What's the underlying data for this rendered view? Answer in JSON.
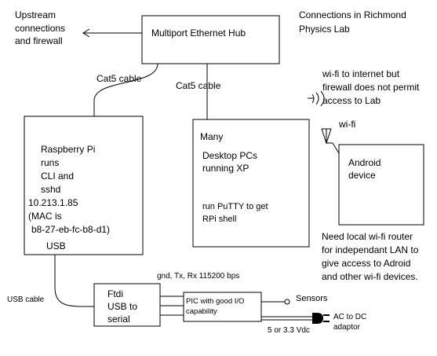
{
  "title": [
    "Connections in Richmond",
    "Physics Lab"
  ],
  "upstream": [
    "Upstream",
    "connections",
    "and firewall"
  ],
  "hub": "Multiport Ethernet Hub",
  "cat5_left": "Cat5 cable",
  "cat5_mid": "Cat5 cable",
  "pi": {
    "lines": [
      "Raspberry Pi",
      "runs",
      "CLI and",
      "sshd",
      "10.213.1.85",
      "(MAC is",
      "b8-27-eb-fc-b8-d1)"
    ],
    "usb": "USB"
  },
  "pcs": {
    "many": "Many",
    "lines": [
      "Desktop PCs",
      "running XP"
    ],
    "putty": [
      "run PuTTY to get",
      "RPi shell"
    ]
  },
  "wifi_note": [
    "wi-fi to internet but",
    "firewall does not permit",
    "access to Lab"
  ],
  "wifi_label": "wi-fi",
  "android": [
    "Android",
    "device"
  ],
  "router_note": [
    "Need local wi-fi router",
    "for independant LAN to",
    "give access to Adroid",
    "and other wi-fi devices."
  ],
  "serial_params": "gnd, Tx, Rx 115200 bps",
  "usb_cable": "USB cable",
  "ftdi": [
    "Ftdi",
    "USB to",
    "serial"
  ],
  "pic": [
    "PIC with good I/O",
    "capability"
  ],
  "sensors": "Sensors",
  "voltage": "5 or  3.3 Vdc",
  "adaptor": [
    "AC to DC",
    "adaptor"
  ]
}
